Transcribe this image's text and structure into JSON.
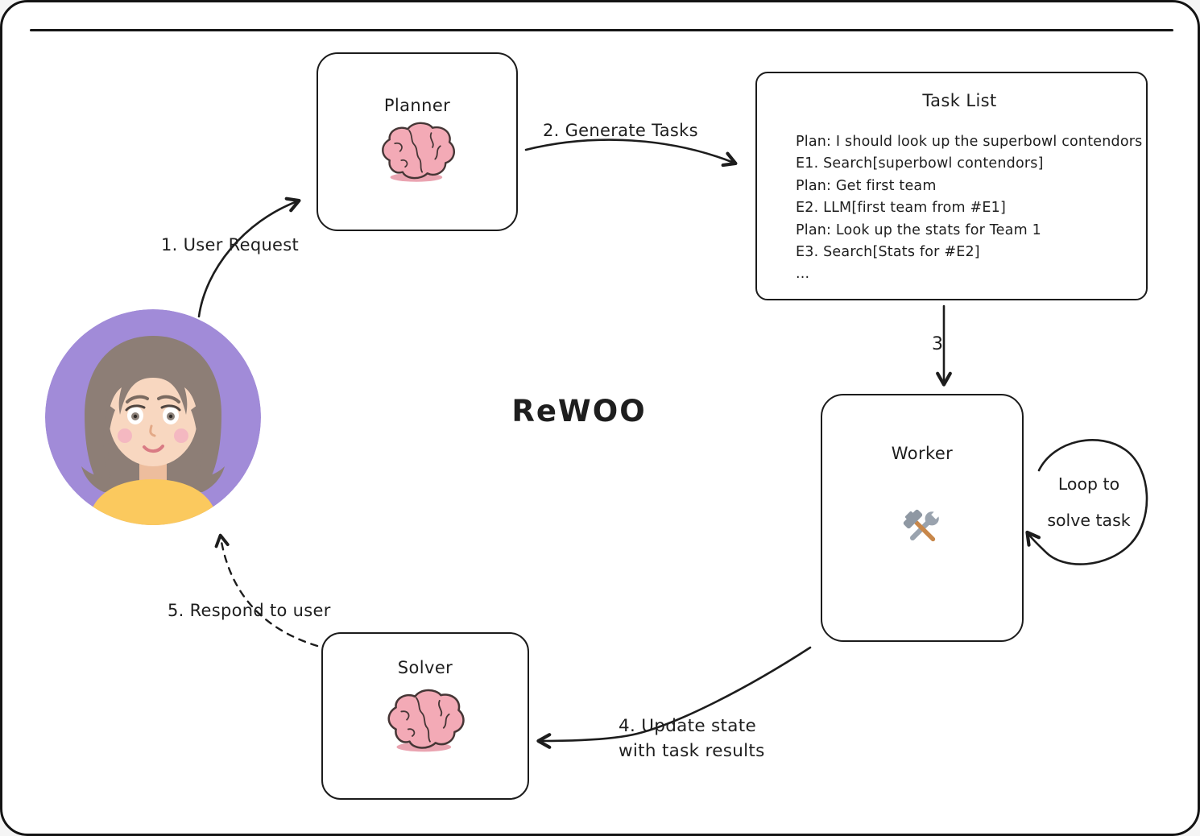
{
  "diagram": {
    "title": "ReWOO",
    "nodes": {
      "planner": {
        "label": "Planner",
        "icon": "brain-icon"
      },
      "task_list": {
        "label": "Task List",
        "lines": [
          "Plan: I should look up the superbowl contendors",
          "E1. Search[superbowl contendors]",
          "Plan: Get first team",
          "E2. LLM[first team from #E1]",
          "Plan: Look up the stats for Team 1",
          "E3. Search[Stats for #E2]",
          "..."
        ]
      },
      "worker": {
        "label": "Worker",
        "icon": "hammer-and-wrench-icon"
      },
      "solver": {
        "label": "Solver",
        "icon": "brain-icon"
      },
      "user": {
        "icon": "woman-avatar"
      }
    },
    "edges": {
      "user_request": {
        "label": "1. User Request",
        "from": "user",
        "to": "planner",
        "style": "solid"
      },
      "generate_tasks": {
        "label": "2. Generate Tasks",
        "from": "planner",
        "to": "task_list",
        "style": "solid"
      },
      "execute": {
        "label": "3",
        "from": "task_list",
        "to": "worker",
        "style": "solid"
      },
      "update_state": {
        "label_line1": "4. Update state",
        "label_line2": "with task results",
        "from": "worker",
        "to": "solver",
        "style": "solid"
      },
      "respond": {
        "label": "5. Respond to user",
        "from": "solver",
        "to": "user",
        "style": "dashed"
      },
      "loop": {
        "label_line1": "Loop to",
        "label_line2": "solve task",
        "from": "worker",
        "to": "worker",
        "style": "solid"
      }
    },
    "colors": {
      "ink": "#1d1d1d",
      "background": "#ffffff",
      "avatar_background": "#a18bd8",
      "avatar_hair": "#8d7e76",
      "avatar_skin": "#f8d7c0",
      "avatar_shirt": "#fbc95e",
      "brain_pink": "#f3aab6",
      "tool_gray": "#9aa3ae",
      "tool_handle": "#c8874a"
    }
  }
}
